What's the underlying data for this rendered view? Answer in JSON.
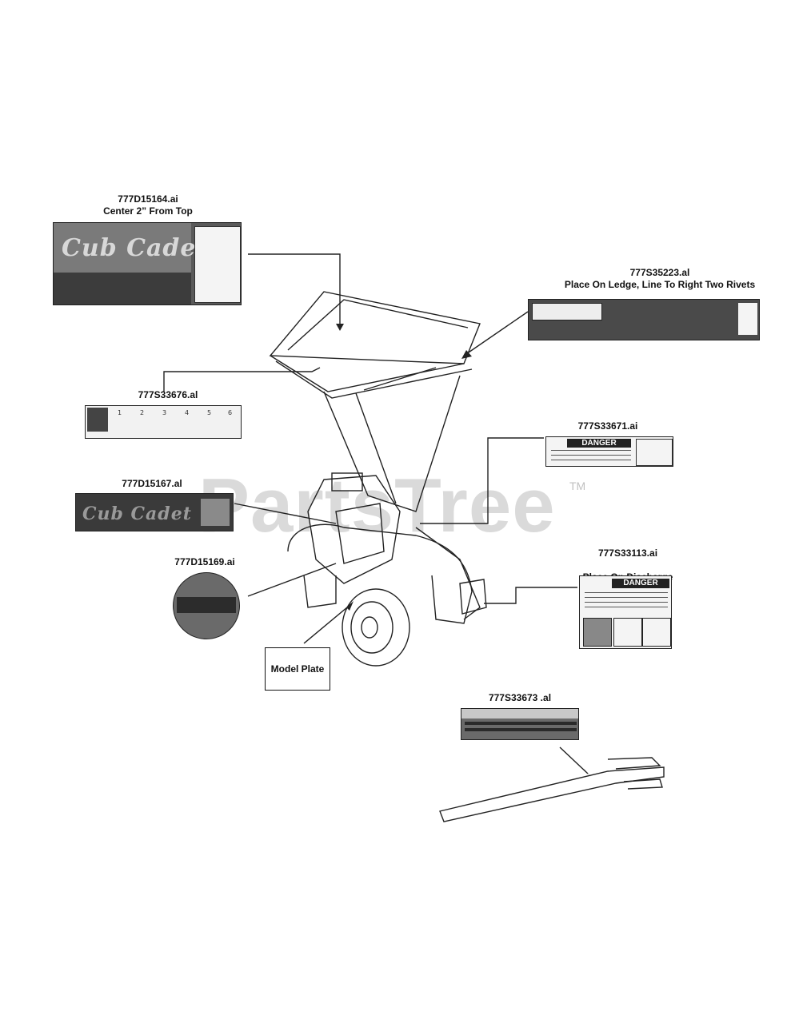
{
  "labels": {
    "top_left": {
      "part": "777D15164.ai",
      "note": "Center 2” From Top"
    },
    "top_right": {
      "part": "777S35223.al",
      "note": "Place On Ledge, Line To Right Two Rivets"
    },
    "left_mid": {
      "part": "777S33676.al"
    },
    "left_logo": {
      "part": "777D15167.al"
    },
    "left_round": {
      "part": "777D15169.ai"
    },
    "right_mid": {
      "part": "777S33671.ai"
    },
    "right_deflector": {
      "part": "777S33113.ai",
      "note": "Place On Discharge\nChute Deflector"
    },
    "bottom_right": {
      "part": "777S33673 .al"
    }
  },
  "model_plate": "Model Plate",
  "decal_text": {
    "danger_1": "DANGER",
    "danger_2": "DANGER",
    "logo_script": "Cub Cadet",
    "step_numbers": [
      "1",
      "2",
      "3",
      "4",
      "5",
      "6"
    ]
  },
  "watermark": {
    "text": "PartsTree",
    "tm": "TM"
  }
}
